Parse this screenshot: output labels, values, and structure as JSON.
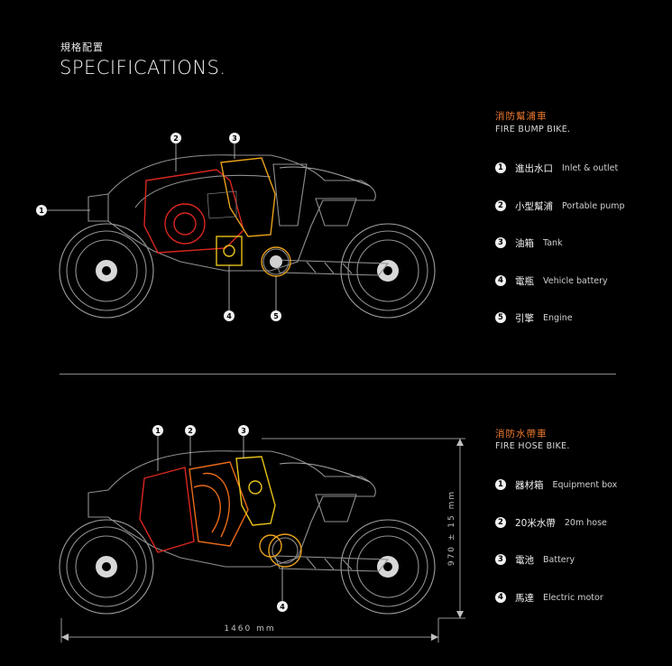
{
  "header": {
    "title_cn": "規格配置",
    "title_en": "SPECIFICATIONS."
  },
  "pump_bike": {
    "title_cn": "消防幫浦車",
    "title_en": "FIRE BUMP BIKE.",
    "items": [
      {
        "num": "1",
        "cn": "進出水口",
        "en": "Inlet & outlet"
      },
      {
        "num": "2",
        "cn": "小型幫浦",
        "en": "Portable pump"
      },
      {
        "num": "3",
        "cn": "油箱",
        "en": "Tank"
      },
      {
        "num": "4",
        "cn": "電瓶",
        "en": "Vehicle battery"
      },
      {
        "num": "5",
        "cn": "引擎",
        "en": "Engine"
      }
    ]
  },
  "hose_bike": {
    "title_cn": "消防水帶車",
    "title_en": "FIRE HOSE BIKE.",
    "items": [
      {
        "num": "1",
        "cn": "器材箱",
        "en": "Equipment box"
      },
      {
        "num": "2",
        "cn": "20米水帶",
        "en": "20m hose"
      },
      {
        "num": "3",
        "cn": "電池",
        "en": "Battery"
      },
      {
        "num": "4",
        "cn": "馬達",
        "en": "Electric motor"
      }
    ],
    "dimensions": {
      "length": "1460 mm",
      "height": "970 ± 15 mm"
    }
  },
  "colors": {
    "accent": "#f07a2e",
    "red": "#d8261f",
    "amber": "#e8a11a",
    "line": "#9a9a9a"
  }
}
